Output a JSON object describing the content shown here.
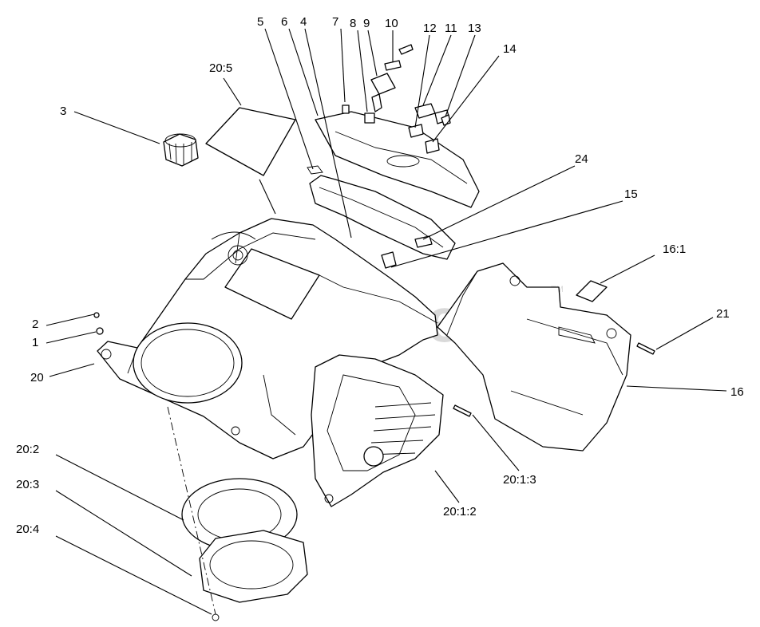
{
  "watermark": {
    "text": "PartsTree",
    "tm": "TM"
  },
  "callouts": [
    {
      "id": "3",
      "text": "3"
    },
    {
      "id": "20_5",
      "text": "20:5"
    },
    {
      "id": "5",
      "text": "5"
    },
    {
      "id": "6",
      "text": "6"
    },
    {
      "id": "4",
      "text": "4"
    },
    {
      "id": "7",
      "text": "7"
    },
    {
      "id": "8",
      "text": "8"
    },
    {
      "id": "9",
      "text": "9"
    },
    {
      "id": "10",
      "text": "10"
    },
    {
      "id": "12",
      "text": "12"
    },
    {
      "id": "11",
      "text": "11"
    },
    {
      "id": "13",
      "text": "13"
    },
    {
      "id": "14",
      "text": "14"
    },
    {
      "id": "24",
      "text": "24"
    },
    {
      "id": "15",
      "text": "15"
    },
    {
      "id": "16_1",
      "text": "16:1"
    },
    {
      "id": "21",
      "text": "21"
    },
    {
      "id": "16",
      "text": "16"
    },
    {
      "id": "2",
      "text": "2"
    },
    {
      "id": "1",
      "text": "1"
    },
    {
      "id": "20",
      "text": "20"
    },
    {
      "id": "20_1_3",
      "text": "20:1:3"
    },
    {
      "id": "20_1_2",
      "text": "20:1:2"
    },
    {
      "id": "20_2",
      "text": "20:2"
    },
    {
      "id": "20_3",
      "text": "20:3"
    },
    {
      "id": "20_4",
      "text": "20:4"
    }
  ]
}
